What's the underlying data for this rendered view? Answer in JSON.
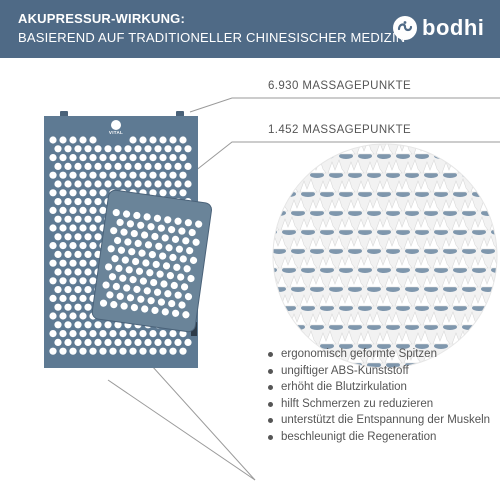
{
  "header": {
    "title": "AKUPRESSUR-WIRKUNG:",
    "subtitle": "BASIEREND AUF TRADITIONELLER CHINESISCHER MEDIZIN"
  },
  "brand": {
    "name": "bodhi",
    "symbol_icon": "bodhi-om-symbol-icon"
  },
  "product": {
    "mat_logo_text": "VITAL"
  },
  "callouts": [
    {
      "label": "6.930 MASSAGEPUNKTE"
    },
    {
      "label": "1.452 MASSAGEPUNKTE"
    }
  ],
  "features": [
    {
      "text": "ergonomisch geformte Spitzen"
    },
    {
      "text": "ungiftiger ABS-Kunststoff"
    },
    {
      "text": "erhöht die Blutzirkulation"
    },
    {
      "text": "hilft Schmerzen zu reduzieren"
    },
    {
      "text": "unterstützt die Entspannung der Muskeln"
    },
    {
      "text": "beschleunigt die Regeneration"
    }
  ],
  "colors": {
    "header_bg": "#4f6a86",
    "mat_blue": "#5e7a93",
    "spike_white": "#ffffff",
    "text_gray": "#555555",
    "line_gray": "#9a9a9a"
  }
}
